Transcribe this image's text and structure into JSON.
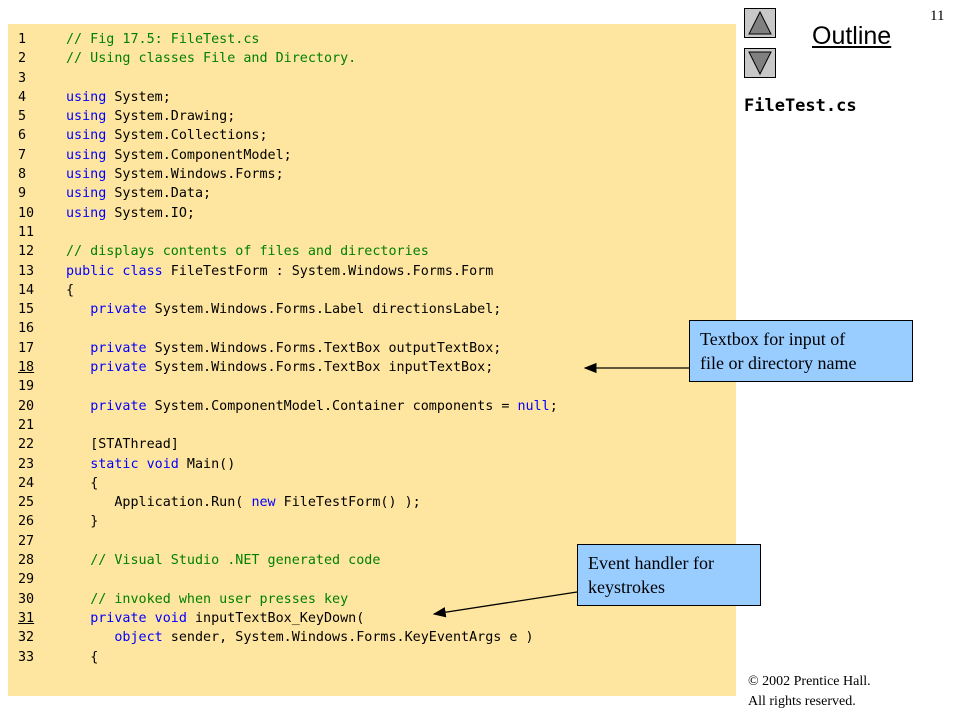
{
  "page_number": "11",
  "outline_label": "Outline",
  "filename": "FileTest.cs",
  "navigation": {
    "up_icon": "triangle-up-icon",
    "down_icon": "triangle-down-icon"
  },
  "code_lines": [
    {
      "n": "1",
      "indent": "",
      "parts": [
        {
          "t": "// Fig 17.5: FileTest.cs",
          "c": "cm"
        }
      ]
    },
    {
      "n": "2",
      "indent": "",
      "parts": [
        {
          "t": "// Using classes File and Directory.",
          "c": "cm"
        }
      ]
    },
    {
      "n": "3",
      "indent": "",
      "parts": []
    },
    {
      "n": "4",
      "indent": "",
      "parts": [
        {
          "t": "using",
          "c": "kw"
        },
        {
          "t": " System;",
          "c": ""
        }
      ]
    },
    {
      "n": "5",
      "indent": "",
      "parts": [
        {
          "t": "using",
          "c": "kw"
        },
        {
          "t": " System.Drawing;",
          "c": ""
        }
      ]
    },
    {
      "n": "6",
      "indent": "",
      "parts": [
        {
          "t": "using",
          "c": "kw"
        },
        {
          "t": " System.Collections;",
          "c": ""
        }
      ]
    },
    {
      "n": "7",
      "indent": "",
      "parts": [
        {
          "t": "using",
          "c": "kw"
        },
        {
          "t": " System.ComponentModel;",
          "c": ""
        }
      ]
    },
    {
      "n": "8",
      "indent": "",
      "parts": [
        {
          "t": "using",
          "c": "kw"
        },
        {
          "t": " System.Windows.Forms;",
          "c": ""
        }
      ]
    },
    {
      "n": "9",
      "indent": "",
      "parts": [
        {
          "t": "using",
          "c": "kw"
        },
        {
          "t": " System.Data;",
          "c": ""
        }
      ]
    },
    {
      "n": "10",
      "indent": "",
      "parts": [
        {
          "t": "using",
          "c": "kw"
        },
        {
          "t": " System.IO;",
          "c": ""
        }
      ]
    },
    {
      "n": "11",
      "indent": "",
      "parts": []
    },
    {
      "n": "12",
      "indent": "",
      "parts": [
        {
          "t": "// displays contents of files and directories",
          "c": "cm"
        }
      ]
    },
    {
      "n": "13",
      "indent": "",
      "parts": [
        {
          "t": "public class",
          "c": "kw"
        },
        {
          "t": " FileTestForm : System.Windows.Forms.Form",
          "c": ""
        }
      ]
    },
    {
      "n": "14",
      "indent": "",
      "parts": [
        {
          "t": "{",
          "c": ""
        }
      ]
    },
    {
      "n": "15",
      "indent": "   ",
      "parts": [
        {
          "t": "private",
          "c": "kw"
        },
        {
          "t": " System.Windows.Forms.Label directionsLabel;",
          "c": ""
        }
      ]
    },
    {
      "n": "16",
      "indent": "",
      "parts": []
    },
    {
      "n": "17",
      "indent": "   ",
      "parts": [
        {
          "t": "private",
          "c": "kw"
        },
        {
          "t": " System.Windows.Forms.TextBox outputTextBox;",
          "c": ""
        }
      ]
    },
    {
      "n": "18",
      "indent": "   ",
      "underline": true,
      "parts": [
        {
          "t": "private",
          "c": "kw"
        },
        {
          "t": " System.Windows.Forms.TextBox inputTextBox;",
          "c": ""
        }
      ]
    },
    {
      "n": "19",
      "indent": "",
      "parts": []
    },
    {
      "n": "20",
      "indent": "   ",
      "parts": [
        {
          "t": "private",
          "c": "kw"
        },
        {
          "t": " System.ComponentModel.Container components = ",
          "c": ""
        },
        {
          "t": "null",
          "c": "kw"
        },
        {
          "t": ";",
          "c": ""
        }
      ]
    },
    {
      "n": "21",
      "indent": "",
      "parts": []
    },
    {
      "n": "22",
      "indent": "   ",
      "parts": [
        {
          "t": "[STAThread]",
          "c": ""
        }
      ]
    },
    {
      "n": "23",
      "indent": "   ",
      "parts": [
        {
          "t": "static void",
          "c": "kw"
        },
        {
          "t": " Main()",
          "c": ""
        }
      ]
    },
    {
      "n": "24",
      "indent": "   ",
      "parts": [
        {
          "t": "{",
          "c": ""
        }
      ]
    },
    {
      "n": "25",
      "indent": "      ",
      "parts": [
        {
          "t": "Application.Run( ",
          "c": ""
        },
        {
          "t": "new",
          "c": "kw"
        },
        {
          "t": " FileTestForm() );",
          "c": ""
        }
      ]
    },
    {
      "n": "26",
      "indent": "   ",
      "parts": [
        {
          "t": "}",
          "c": ""
        }
      ]
    },
    {
      "n": "27",
      "indent": "",
      "parts": []
    },
    {
      "n": "28",
      "indent": "   ",
      "parts": [
        {
          "t": "// Visual Studio .NET generated code",
          "c": "cm"
        }
      ]
    },
    {
      "n": "29",
      "indent": "",
      "parts": []
    },
    {
      "n": "30",
      "indent": "   ",
      "parts": [
        {
          "t": "// invoked when user presses key",
          "c": "cm"
        }
      ]
    },
    {
      "n": "31",
      "indent": "   ",
      "underline": true,
      "parts": [
        {
          "t": "private void",
          "c": "kw"
        },
        {
          "t": " inputTextBox_KeyDown(",
          "c": ""
        }
      ]
    },
    {
      "n": "32",
      "indent": "      ",
      "parts": [
        {
          "t": "object",
          "c": "kw"
        },
        {
          "t": " sender, System.Windows.Forms.KeyEventArgs e )",
          "c": ""
        }
      ]
    },
    {
      "n": "33",
      "indent": "   ",
      "parts": [
        {
          "t": "{",
          "c": ""
        }
      ]
    }
  ],
  "callouts": [
    {
      "line1": "Textbox for input of",
      "line2": "file or directory name"
    },
    {
      "line1": "Event handler for",
      "line2": "keystrokes"
    }
  ],
  "copyright": {
    "line1": "© 2002 Prentice Hall.",
    "line2": "All rights reserved."
  },
  "colors": {
    "code_background": "#ffe6a0",
    "callout_background": "#99ccff",
    "keyword": "#0000ff",
    "comment": "#008000"
  }
}
